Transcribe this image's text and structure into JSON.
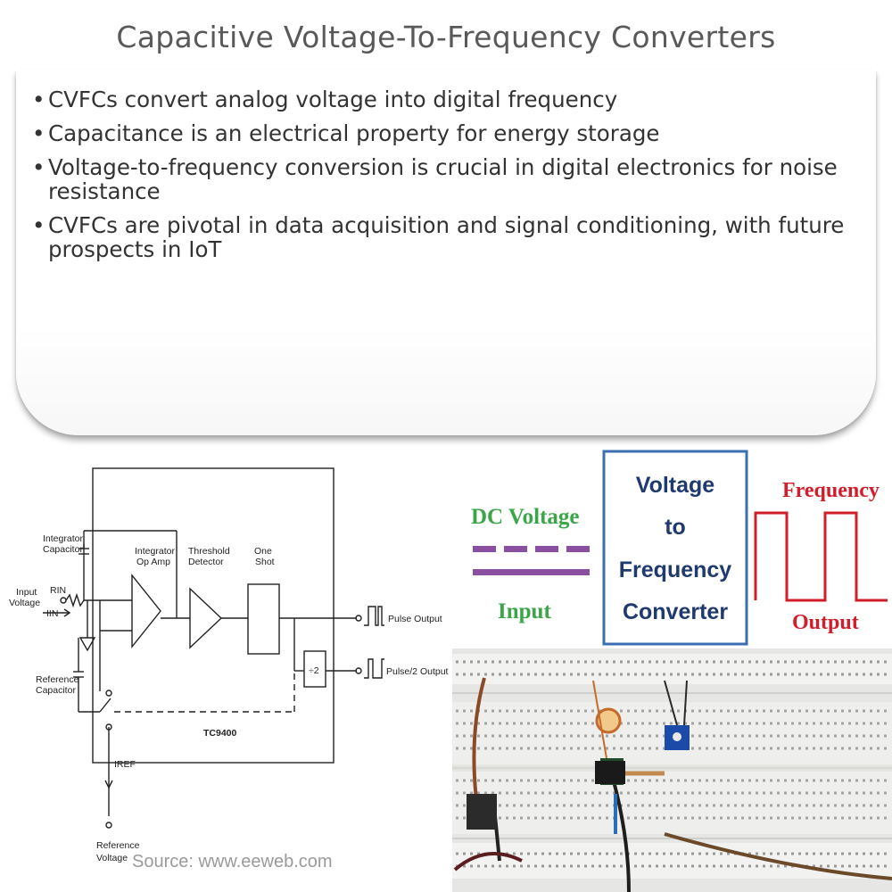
{
  "title": "Capacitive Voltage-To-Frequency Converters",
  "bullets": [
    "CVFCs convert analog voltage into digital frequency",
    "Capacitance is an electrical property for energy storage",
    "Voltage-to-frequency conversion is crucial in digital electronics for noise resistance",
    "CVFCs are pivotal in data acquisition and signal conditioning, with future prospects in IoT"
  ],
  "diagram": {
    "integrator_capacitor": [
      "Integrator",
      "Capacitor"
    ],
    "integrator_op_amp": [
      "Integrator",
      "Op Amp"
    ],
    "threshold_detector": [
      "Threshold",
      "Detector"
    ],
    "one_shot": [
      "One",
      "Shot"
    ],
    "input_voltage": [
      "Input",
      "Voltage"
    ],
    "r_in": "RIN",
    "i_in": "IIN",
    "reference_capacitor": [
      "Reference",
      "Capacitor"
    ],
    "pulse_output": "Pulse Output",
    "pulse2_output": "Pulse/2 Output",
    "divider": "÷2",
    "chip": "TC9400",
    "i_ref": "IREF",
    "reference_voltage": [
      "Reference",
      "Voltage"
    ],
    "source": "Source: www.eeweb.com"
  },
  "illustration": {
    "dc_voltage": "DC Voltage",
    "input": "Input",
    "converter_lines": [
      "Voltage",
      "to",
      "Frequency",
      "Converter"
    ],
    "frequency": "Frequency",
    "output": "Output",
    "colors": {
      "dc_voltage": "#3aa648",
      "dashes": "#8a4fa0",
      "box_border": "#3b6fb0",
      "converter_text": "#1f3a6e",
      "frequency": "#d21e2b"
    }
  }
}
